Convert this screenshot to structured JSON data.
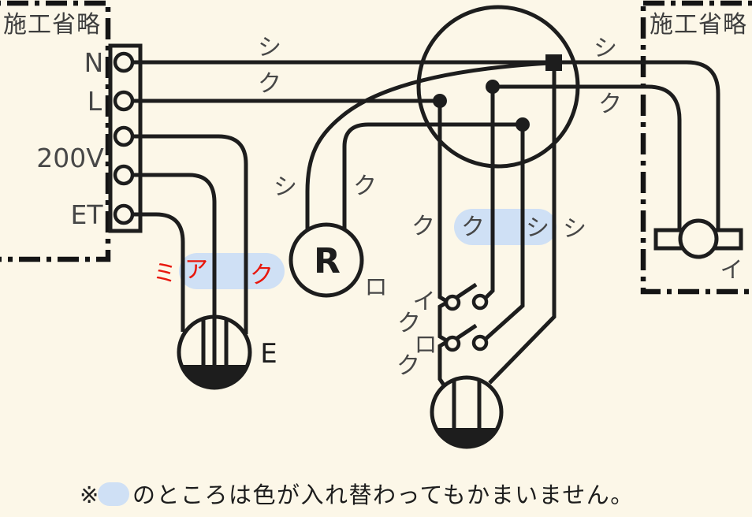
{
  "colors": {
    "background": "#fcf7e8",
    "wire_line": "#1d1d1d",
    "label_gray": "#474747",
    "highlight_blue": "#cfe0f5",
    "accent_red": "#e8170d"
  },
  "panels": {
    "left_title": "施工省略",
    "right_title": "施工省略"
  },
  "source_terminals": {
    "n": "N",
    "l": "L",
    "v200": "200V",
    "et": "ET"
  },
  "wire_labels": {
    "n_top": "シ",
    "l_top": "ク",
    "r_left": "シ",
    "r_right": "ク",
    "outlet_green": "ミ",
    "outlet_red": "ア",
    "outlet_black": "ク",
    "mid1": "ク",
    "mid2": "ク",
    "mid3": "シ",
    "mid4": "シ",
    "sw_top_wire": "ク",
    "sw_bottom_wire": "ク",
    "right_neutral": "シ",
    "right_black": "ク"
  },
  "components": {
    "r_lamp": "R",
    "r_lamp_switch_mark": "ロ",
    "earth_mark": "E",
    "switch_top": "イ",
    "switch_bottom": "ロ",
    "right_lamp_mark": "イ"
  },
  "note": {
    "marker": "※",
    "text": "のところは色が入れ替わってもかまいません。"
  }
}
